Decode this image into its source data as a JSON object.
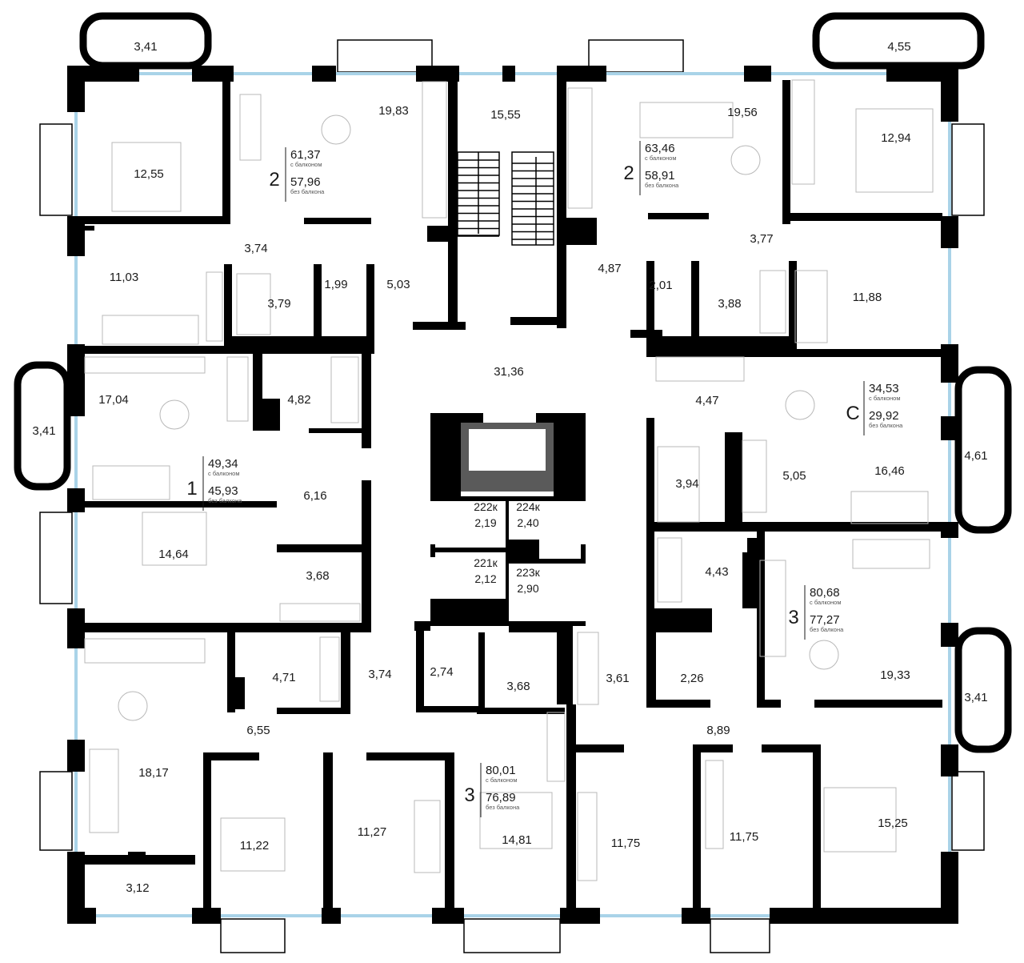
{
  "rooms": [
    {
      "id": "r1",
      "label": "3,41"
    },
    {
      "id": "r2",
      "label": "19,83"
    },
    {
      "id": "r3",
      "label": "15,55"
    },
    {
      "id": "r4",
      "label": "19,56"
    },
    {
      "id": "r5",
      "label": "4,55"
    },
    {
      "id": "r6",
      "label": "12,55"
    },
    {
      "id": "r7",
      "label": "12,94"
    },
    {
      "id": "r8",
      "label": "3,74"
    },
    {
      "id": "r9",
      "label": "3,77"
    },
    {
      "id": "r10",
      "label": "11,03"
    },
    {
      "id": "r11",
      "label": "3,79"
    },
    {
      "id": "r12",
      "label": "1,99"
    },
    {
      "id": "r13",
      "label": "5,03"
    },
    {
      "id": "r14",
      "label": "4,87"
    },
    {
      "id": "r15",
      "label": "2,01"
    },
    {
      "id": "r16",
      "label": "3,88"
    },
    {
      "id": "r17",
      "label": "11,88"
    },
    {
      "id": "r18",
      "label": "31,36"
    },
    {
      "id": "r19",
      "label": "17,04"
    },
    {
      "id": "r20",
      "label": "4,82"
    },
    {
      "id": "r21",
      "label": "4,47"
    },
    {
      "id": "r22",
      "label": "3,41"
    },
    {
      "id": "r23",
      "label": "6,16"
    },
    {
      "id": "r24",
      "label": "3,94"
    },
    {
      "id": "r25",
      "label": "5,05"
    },
    {
      "id": "r26",
      "label": "16,46"
    },
    {
      "id": "r27",
      "label": "4,61"
    },
    {
      "id": "r28",
      "label": "14,64"
    },
    {
      "id": "r29",
      "label": "3,68"
    },
    {
      "id": "r30",
      "label": "4,43"
    },
    {
      "id": "r31",
      "label": "4,71"
    },
    {
      "id": "r32",
      "label": "3,74"
    },
    {
      "id": "r33",
      "label": "2,74"
    },
    {
      "id": "r34",
      "label": "3,68"
    },
    {
      "id": "r35",
      "label": "3,61"
    },
    {
      "id": "r36",
      "label": "2,26"
    },
    {
      "id": "r37",
      "label": "19,33"
    },
    {
      "id": "r38",
      "label": "3,41"
    },
    {
      "id": "r39",
      "label": "6,55"
    },
    {
      "id": "r40",
      "label": "8,89"
    },
    {
      "id": "r41",
      "label": "18,17"
    },
    {
      "id": "r42",
      "label": "11,22"
    },
    {
      "id": "r43",
      "label": "11,27"
    },
    {
      "id": "r44",
      "label": "14,81"
    },
    {
      "id": "r45",
      "label": "11,75"
    },
    {
      "id": "r46",
      "label": "11,75"
    },
    {
      "id": "r47",
      "label": "15,25"
    },
    {
      "id": "r48",
      "label": "3,12"
    }
  ],
  "storage": [
    {
      "id": "s1",
      "num": "222к",
      "area": "2,19"
    },
    {
      "id": "s2",
      "num": "224к",
      "area": "2,40"
    },
    {
      "id": "s3",
      "num": "221к",
      "area": "2,12"
    },
    {
      "id": "s4",
      "num": "223к",
      "area": "2,90"
    }
  ],
  "apartments": [
    {
      "id": "a1",
      "num": "2",
      "with_balcony": "61,37",
      "with_caption": "с балконом",
      "without_balcony": "57,96",
      "without_caption": "без балкона"
    },
    {
      "id": "a2",
      "num": "2",
      "with_balcony": "63,46",
      "with_caption": "с балконом",
      "without_balcony": "58,91",
      "without_caption": "без балкона"
    },
    {
      "id": "a3",
      "num": "С",
      "with_balcony": "34,53",
      "with_caption": "с балконом",
      "without_balcony": "29,92",
      "without_caption": "без балкона"
    },
    {
      "id": "a4",
      "num": "1",
      "with_balcony": "49,34",
      "with_caption": "с балконом",
      "without_balcony": "45,93",
      "without_caption": "без балкона"
    },
    {
      "id": "a5",
      "num": "3",
      "with_balcony": "80,68",
      "with_caption": "с балконом",
      "without_balcony": "77,27",
      "without_caption": "без балкона"
    },
    {
      "id": "a6",
      "num": "3",
      "with_balcony": "80,01",
      "with_caption": "с балконом",
      "without_balcony": "76,89",
      "without_caption": "без балкона"
    }
  ],
  "colors": {
    "wall": "#000000",
    "glass": "#a9d3e8",
    "furniture": "#b8b8b8",
    "elevator": "#5a5a5a"
  }
}
